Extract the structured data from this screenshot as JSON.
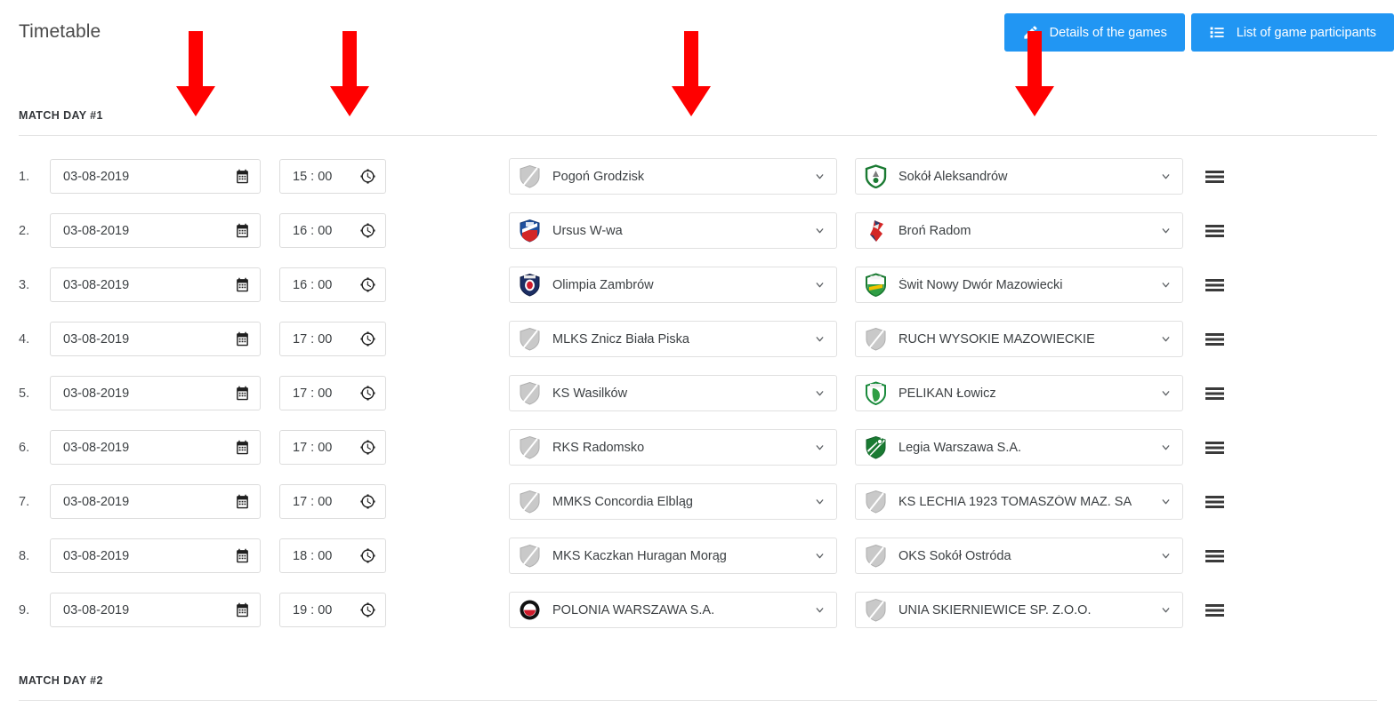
{
  "header": {
    "title": "Timetable",
    "buttons": [
      {
        "label": "Details of the games",
        "icon": "pencil-icon",
        "color": "#2196f3"
      },
      {
        "label": "List of game participants",
        "icon": "list-icon",
        "color": "#2196f3"
      }
    ]
  },
  "sections": [
    {
      "label": "MATCH DAY #1"
    },
    {
      "label": "MATCH DAY #2"
    }
  ],
  "icons": {
    "calendar": "calendar-icon",
    "clock": "clock-icon",
    "chevron": "chevron-down-icon",
    "drag": "drag-handle-icon"
  },
  "annotations": {
    "color": "#ff0000",
    "arrows": [
      {
        "name": "arrow-date-column"
      },
      {
        "name": "arrow-time-column"
      },
      {
        "name": "arrow-home-team-column"
      },
      {
        "name": "arrow-details-button"
      }
    ]
  },
  "rows": [
    {
      "number": "1.",
      "date": "03-08-2019",
      "time": "15 : 00",
      "home": {
        "name": "Pogoń Grodzisk",
        "crest": "placeholder-shield"
      },
      "away": {
        "name": "Sokół Aleksandrów",
        "crest": "green-shield"
      }
    },
    {
      "number": "2.",
      "date": "03-08-2019",
      "time": "16 : 00",
      "home": {
        "name": "Ursus W-wa",
        "crest": "blue-red-shield"
      },
      "away": {
        "name": "Broń Radom",
        "crest": "red-blue-crest"
      }
    },
    {
      "number": "3.",
      "date": "03-08-2019",
      "time": "16 : 00",
      "home": {
        "name": "Olimpia Zambrów",
        "crest": "navy-shield"
      },
      "away": {
        "name": "Świt Nowy Dwór Mazowiecki",
        "crest": "green-yellow-shield"
      }
    },
    {
      "number": "4.",
      "date": "03-08-2019",
      "time": "17 : 00",
      "home": {
        "name": "MLKS Znicz Biała Piska",
        "crest": "placeholder-shield"
      },
      "away": {
        "name": "RUCH WYSOKIE MAZOWIECKIE",
        "crest": "placeholder-shield"
      }
    },
    {
      "number": "5.",
      "date": "03-08-2019",
      "time": "17 : 00",
      "home": {
        "name": "KS Wasilków",
        "crest": "placeholder-shield"
      },
      "away": {
        "name": "PELIKAN Łowicz",
        "crest": "green-white-shield"
      }
    },
    {
      "number": "6.",
      "date": "03-08-2019",
      "time": "17 : 00",
      "home": {
        "name": "RKS Radomsko",
        "crest": "placeholder-shield"
      },
      "away": {
        "name": "Legia Warszawa S.A.",
        "crest": "green-white-legia"
      }
    },
    {
      "number": "7.",
      "date": "03-08-2019",
      "time": "17 : 00",
      "home": {
        "name": "MMKS Concordia Elbląg",
        "crest": "placeholder-shield"
      },
      "away": {
        "name": "KS LECHIA 1923 TOMASZÓW MAZ. SA",
        "crest": "placeholder-shield"
      }
    },
    {
      "number": "8.",
      "date": "03-08-2019",
      "time": "18 : 00",
      "home": {
        "name": "MKS Kaczkan Huragan Morąg",
        "crest": "placeholder-shield"
      },
      "away": {
        "name": "OKS Sokół Ostróda",
        "crest": "placeholder-shield"
      }
    },
    {
      "number": "9.",
      "date": "03-08-2019",
      "time": "19 : 00",
      "home": {
        "name": "POLONIA WARSZAWA S.A.",
        "crest": "black-circle-logo"
      },
      "away": {
        "name": "UNIA SKIERNIEWICE SP. Z.O.O.",
        "crest": "placeholder-shield"
      }
    }
  ]
}
